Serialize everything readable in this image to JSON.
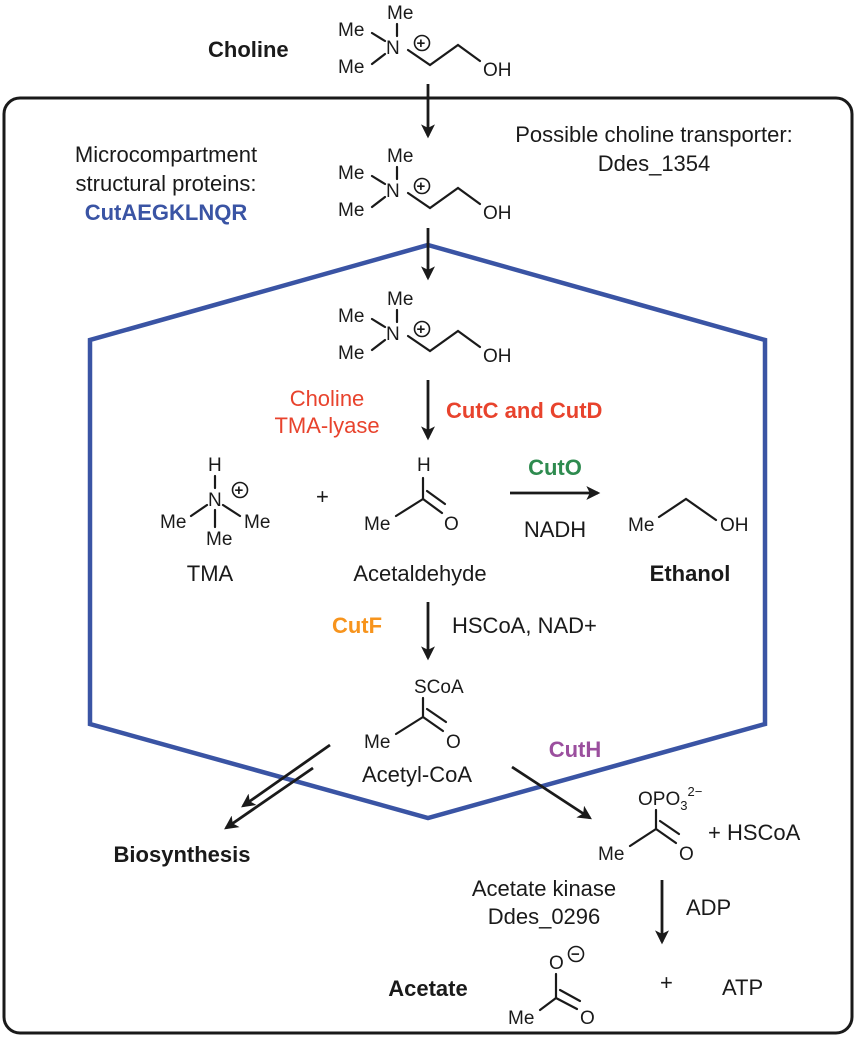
{
  "colors": {
    "microcompartment": "#3a54a4",
    "cutAEGKLNQR": "#3a54a4",
    "cutCD": "#e8432d",
    "cholineLyase": "#e8432d",
    "cutO": "#2e8b4f",
    "cutF": "#f7941d",
    "cutH": "#9b4f9e",
    "text": "#1a1a1a"
  },
  "labels": {
    "choline": "Choline",
    "transporter_line1": "Possible choline transporter:",
    "transporter_line2": "Ddes_1354",
    "mcp_line1": "Microcompartment",
    "mcp_line2": "structural proteins:",
    "mcp_genes": "CutAEGKLNQR",
    "lyase_line1": "Choline",
    "lyase_line2": "TMA-lyase",
    "cutcd": "CutC and CutD",
    "cuto": "CutO",
    "nadh": "NADH",
    "tma": "TMA",
    "acetaldehyde": "Acetaldehyde",
    "ethanol": "Ethanol",
    "cutf": "CutF",
    "cutf_cofactors": "HSCoA,  NAD+",
    "acetylcoa": "Acetyl-CoA",
    "cuth": "CutH",
    "biosynthesis": "Biosynthesis",
    "hscoa": "+  HSCoA",
    "kinase_line1": "Acetate  kinase",
    "kinase_line2": "Ddes_0296",
    "adp": "ADP",
    "acetate": "Acetate",
    "plus": "+",
    "atp": "ATP"
  },
  "atoms": {
    "me": "Me",
    "n": "N",
    "oh": "OH",
    "h": "H",
    "o": "O",
    "plus_charge": "+",
    "minus_charge": "−",
    "scoa": "SCoA",
    "opo3": "OPO",
    "sub3": "3",
    "sup2minus": "2−"
  }
}
